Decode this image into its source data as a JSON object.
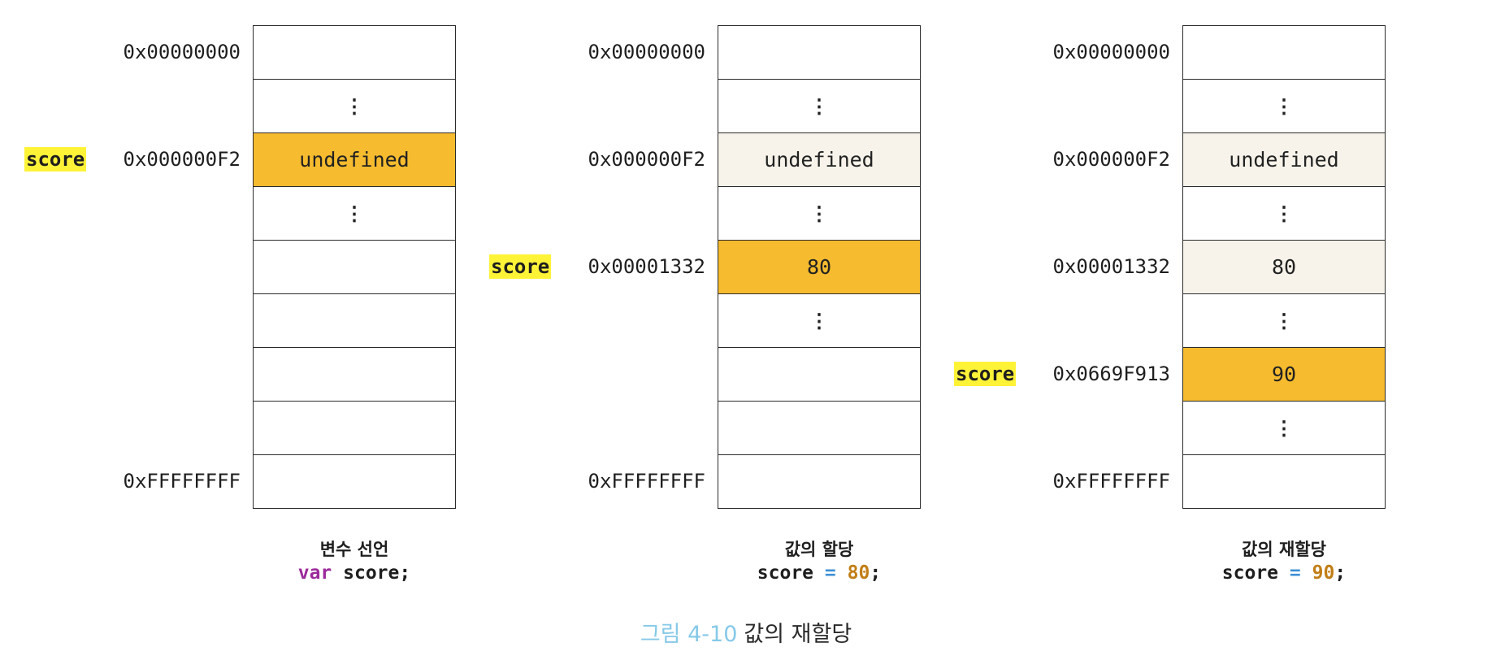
{
  "panels": [
    {
      "cells": [
        {
          "addr": "0x00000000",
          "value": "",
          "state": "empty"
        },
        {
          "addr": "",
          "value": "⋮",
          "state": "dots"
        },
        {
          "addr": "0x000000F2",
          "value": "undefined",
          "state": "active",
          "var": "score"
        },
        {
          "addr": "",
          "value": "⋮",
          "state": "dots"
        },
        {
          "addr": "",
          "value": "",
          "state": "empty"
        },
        {
          "addr": "",
          "value": "",
          "state": "empty"
        },
        {
          "addr": "",
          "value": "",
          "state": "empty"
        },
        {
          "addr": "",
          "value": "",
          "state": "empty"
        },
        {
          "addr": "0xFFFFFFFF",
          "value": "",
          "state": "empty"
        }
      ],
      "caption_title": "변수 선언",
      "code": {
        "keyword": "var",
        "ident": "score",
        "operator": "",
        "number": "",
        "end": ";"
      }
    },
    {
      "cells": [
        {
          "addr": "0x00000000",
          "value": "",
          "state": "empty"
        },
        {
          "addr": "",
          "value": "⋮",
          "state": "dots"
        },
        {
          "addr": "0x000000F2",
          "value": "undefined",
          "state": "stale"
        },
        {
          "addr": "",
          "value": "⋮",
          "state": "dots"
        },
        {
          "addr": "0x00001332",
          "value": "80",
          "state": "active",
          "var": "score"
        },
        {
          "addr": "",
          "value": "⋮",
          "state": "dots"
        },
        {
          "addr": "",
          "value": "",
          "state": "empty"
        },
        {
          "addr": "",
          "value": "",
          "state": "empty"
        },
        {
          "addr": "0xFFFFFFFF",
          "value": "",
          "state": "empty"
        }
      ],
      "caption_title": "값의 할당",
      "code": {
        "keyword": "",
        "ident": "score",
        "operator": "=",
        "number": "80",
        "end": ";"
      }
    },
    {
      "cells": [
        {
          "addr": "0x00000000",
          "value": "",
          "state": "empty"
        },
        {
          "addr": "",
          "value": "⋮",
          "state": "dots"
        },
        {
          "addr": "0x000000F2",
          "value": "undefined",
          "state": "stale"
        },
        {
          "addr": "",
          "value": "⋮",
          "state": "dots"
        },
        {
          "addr": "0x00001332",
          "value": "80",
          "state": "stale"
        },
        {
          "addr": "",
          "value": "⋮",
          "state": "dots"
        },
        {
          "addr": "0x0669F913",
          "value": "90",
          "state": "active",
          "var": "score"
        },
        {
          "addr": "",
          "value": "⋮",
          "state": "dots"
        },
        {
          "addr": "0xFFFFFFFF",
          "value": "",
          "state": "empty"
        }
      ],
      "caption_title": "값의 재할당",
      "code": {
        "keyword": "",
        "ident": "score",
        "operator": "=",
        "number": "90",
        "end": ";"
      }
    }
  ],
  "figure_caption": {
    "label": "그림 4-10",
    "text": "값의 재할당"
  },
  "colors": {
    "active": "#f6bb2e",
    "stale": "#f7f3ea",
    "var_highlight": "#fff338"
  }
}
